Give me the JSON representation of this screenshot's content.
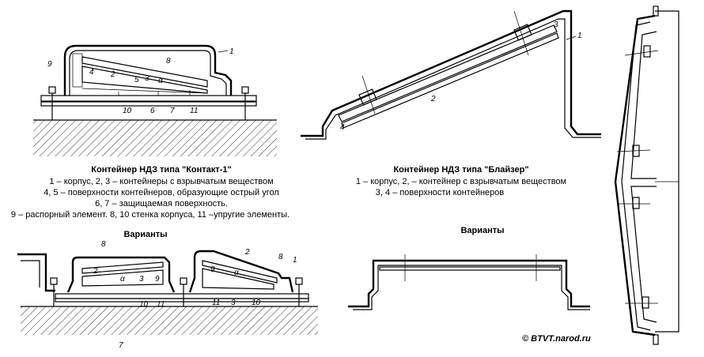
{
  "kontakt": {
    "title": "Контейнер НДЗ типа \"Контакт-1\"",
    "lines": [
      "1 – корпус, 2, 3 – контейнеры с взрывчатым веществом",
      "4, 5 – поверхности контейнеров, образующие острый угол",
      "6, 7 – защищаемая поверхность.",
      "9 – распорный элемент. 8, 10 стенка корпуса, 11 –упругие элементы."
    ],
    "labels": {
      "n1": "1",
      "n2": "2",
      "n3": "3",
      "n4": "4",
      "n5": "5",
      "n6": "6",
      "n7": "7",
      "n8": "8",
      "n9": "9",
      "n10": "10",
      "n11": "11",
      "alpha": "α"
    }
  },
  "blazer": {
    "title": "Контейнер НДЗ типа \"Блайзер\"",
    "lines": [
      "1 – корпус, 2, – контейнер с взрывчатым веществом",
      "3, 4 – поверхности контейнеров"
    ],
    "labels": {
      "n1": "1",
      "n2": "2",
      "n3": "3",
      "n4": "4"
    }
  },
  "variants_left": {
    "title": "Варианты",
    "labels": {
      "a8": "8",
      "a2": "2",
      "a3": "3",
      "a9": "9",
      "a10": "10",
      "a11": "11",
      "alpha1": "α",
      "b2": "2",
      "b8": "8",
      "b1": "1",
      "b9": "9",
      "b11": "11",
      "b3": "3",
      "b10": "10",
      "b7": "7",
      "alpha2": "α"
    }
  },
  "variants_right": {
    "title": "Варианты"
  },
  "copyright": "© BTVT.narod.ru"
}
